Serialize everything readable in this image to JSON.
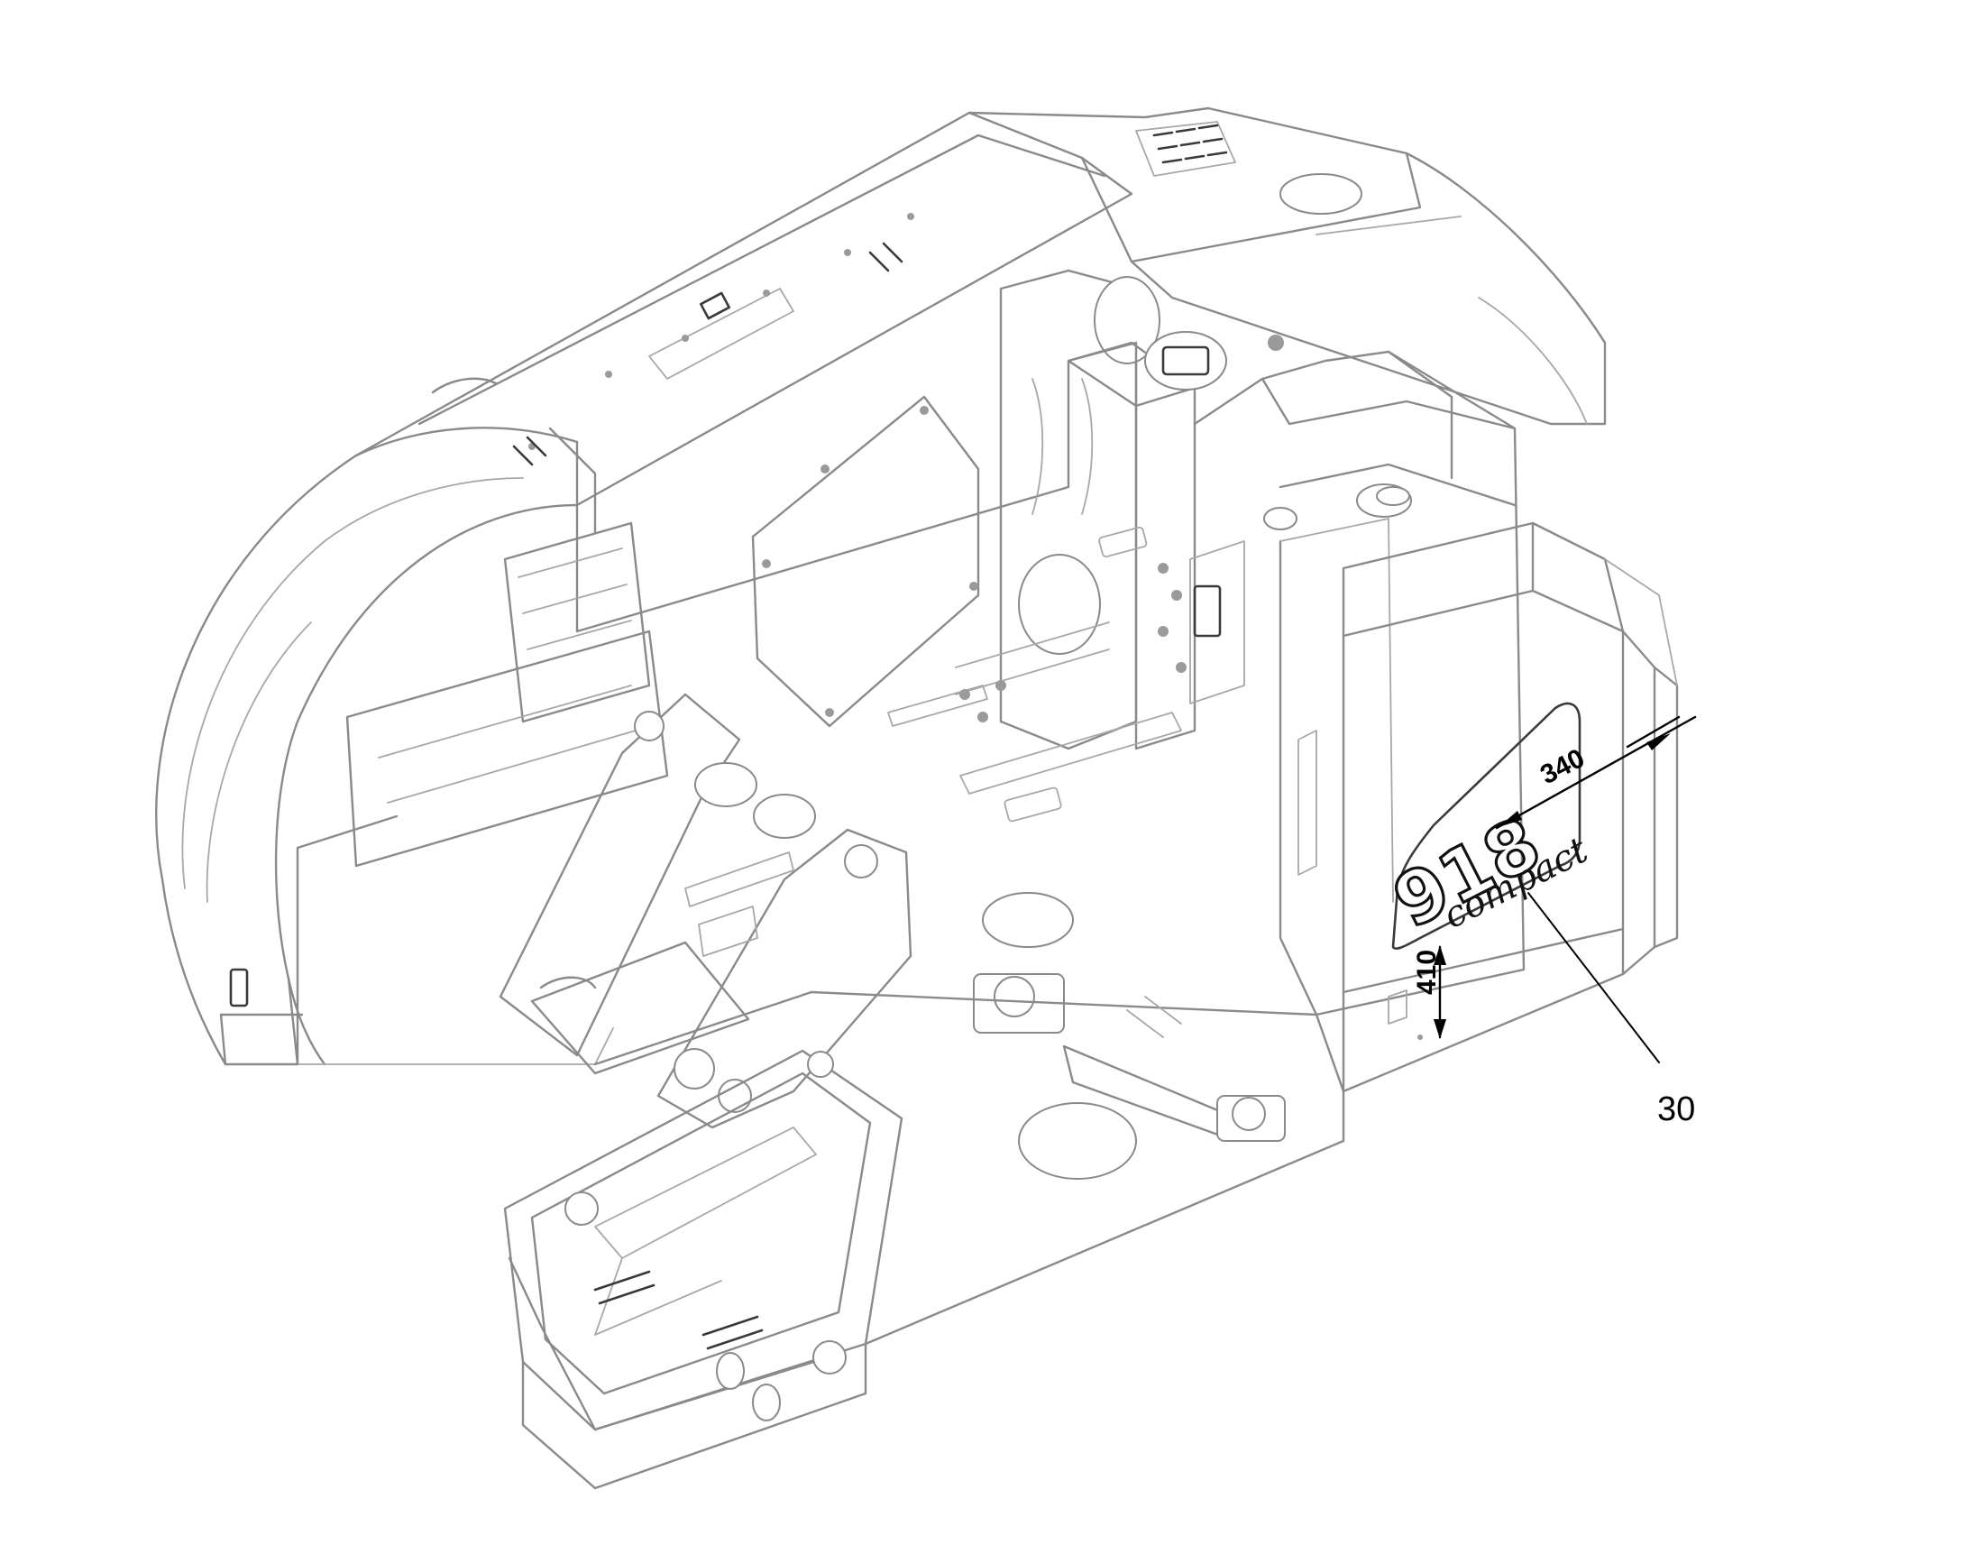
{
  "diagram": {
    "dimensions": {
      "width_label": "340",
      "height_label": "410"
    },
    "decal": {
      "model_number": "918",
      "model_word": "compact"
    },
    "callouts": [
      {
        "label": "30"
      }
    ],
    "colors": {
      "line": "#8a8a8a",
      "annotation": "#000000",
      "background": "#ffffff"
    }
  }
}
